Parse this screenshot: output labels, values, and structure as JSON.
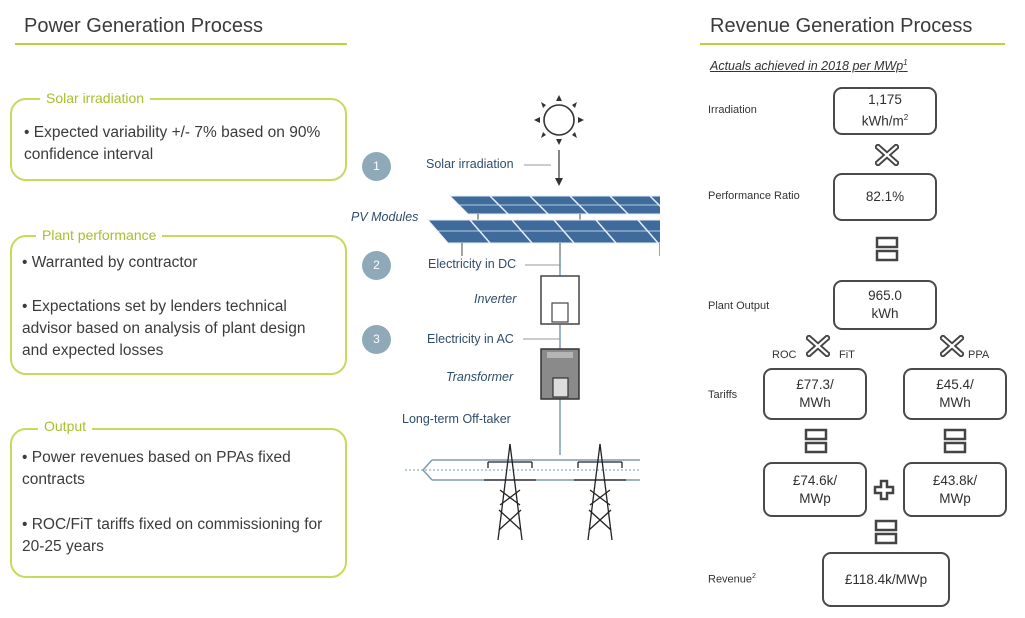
{
  "left": {
    "title": "Power Generation Process",
    "boxes": [
      {
        "label": "Solar irradiation",
        "bullets": [
          "Expected variability +/- 7% based on 90% confidence interval"
        ]
      },
      {
        "label": "Plant performance",
        "bullets": [
          "Warranted by contractor",
          "Expectations set by lenders technical advisor based on analysis of plant design and expected losses"
        ]
      },
      {
        "label": "Output",
        "bullets": [
          "Power revenues based on PPAs fixed contracts",
          "ROC/FiT tariffs fixed on commissioning for 20-25 years"
        ]
      }
    ]
  },
  "middle": {
    "steps": [
      {
        "num": "1",
        "label": "Solar irradiation"
      },
      {
        "num": "2",
        "label": "Electricity in DC"
      },
      {
        "num": "3",
        "label": "Electricity in AC"
      }
    ],
    "pv_modules": "PV Modules",
    "inverter": "Inverter",
    "transformer": "Transformer",
    "offtaker": "Long-term Off-taker"
  },
  "right": {
    "title": "Revenue Generation Process",
    "subtitle": "Actuals achieved in 2018 per MWp",
    "subtitle_sup": "1",
    "labels": {
      "irradiation": "Irradiation",
      "performance_ratio": "Performance Ratio",
      "plant_output": "Plant Output",
      "tariffs": "Tariffs",
      "revenue": "Revenue",
      "revenue_sup": "2",
      "roc": "ROC",
      "fit": "FiT",
      "ppa": "PPA"
    },
    "values": {
      "irradiation_l1": "1,175",
      "irradiation_l2": "kWh/m",
      "irradiation_sup": "2",
      "performance_ratio": "82.1%",
      "plant_output_l1": "965.0",
      "plant_output_l2": "kWh",
      "tariff_roc_l1": "£77.3/",
      "tariff_roc_l2": "MWh",
      "tariff_ppa_l1": "£45.4/",
      "tariff_ppa_l2": "MWh",
      "rev_roc_l1": "£74.6k/",
      "rev_roc_l2": "MWp",
      "rev_ppa_l1": "£43.8k/",
      "rev_ppa_l2": "MWp",
      "revenue": "£118.4k/MWp"
    }
  },
  "colors": {
    "accent": "#c5db5b",
    "accent_text": "#a6c22b",
    "step": "#8fa9b9",
    "navy": "#2f4d6b",
    "panel": "#3f6a9c"
  }
}
